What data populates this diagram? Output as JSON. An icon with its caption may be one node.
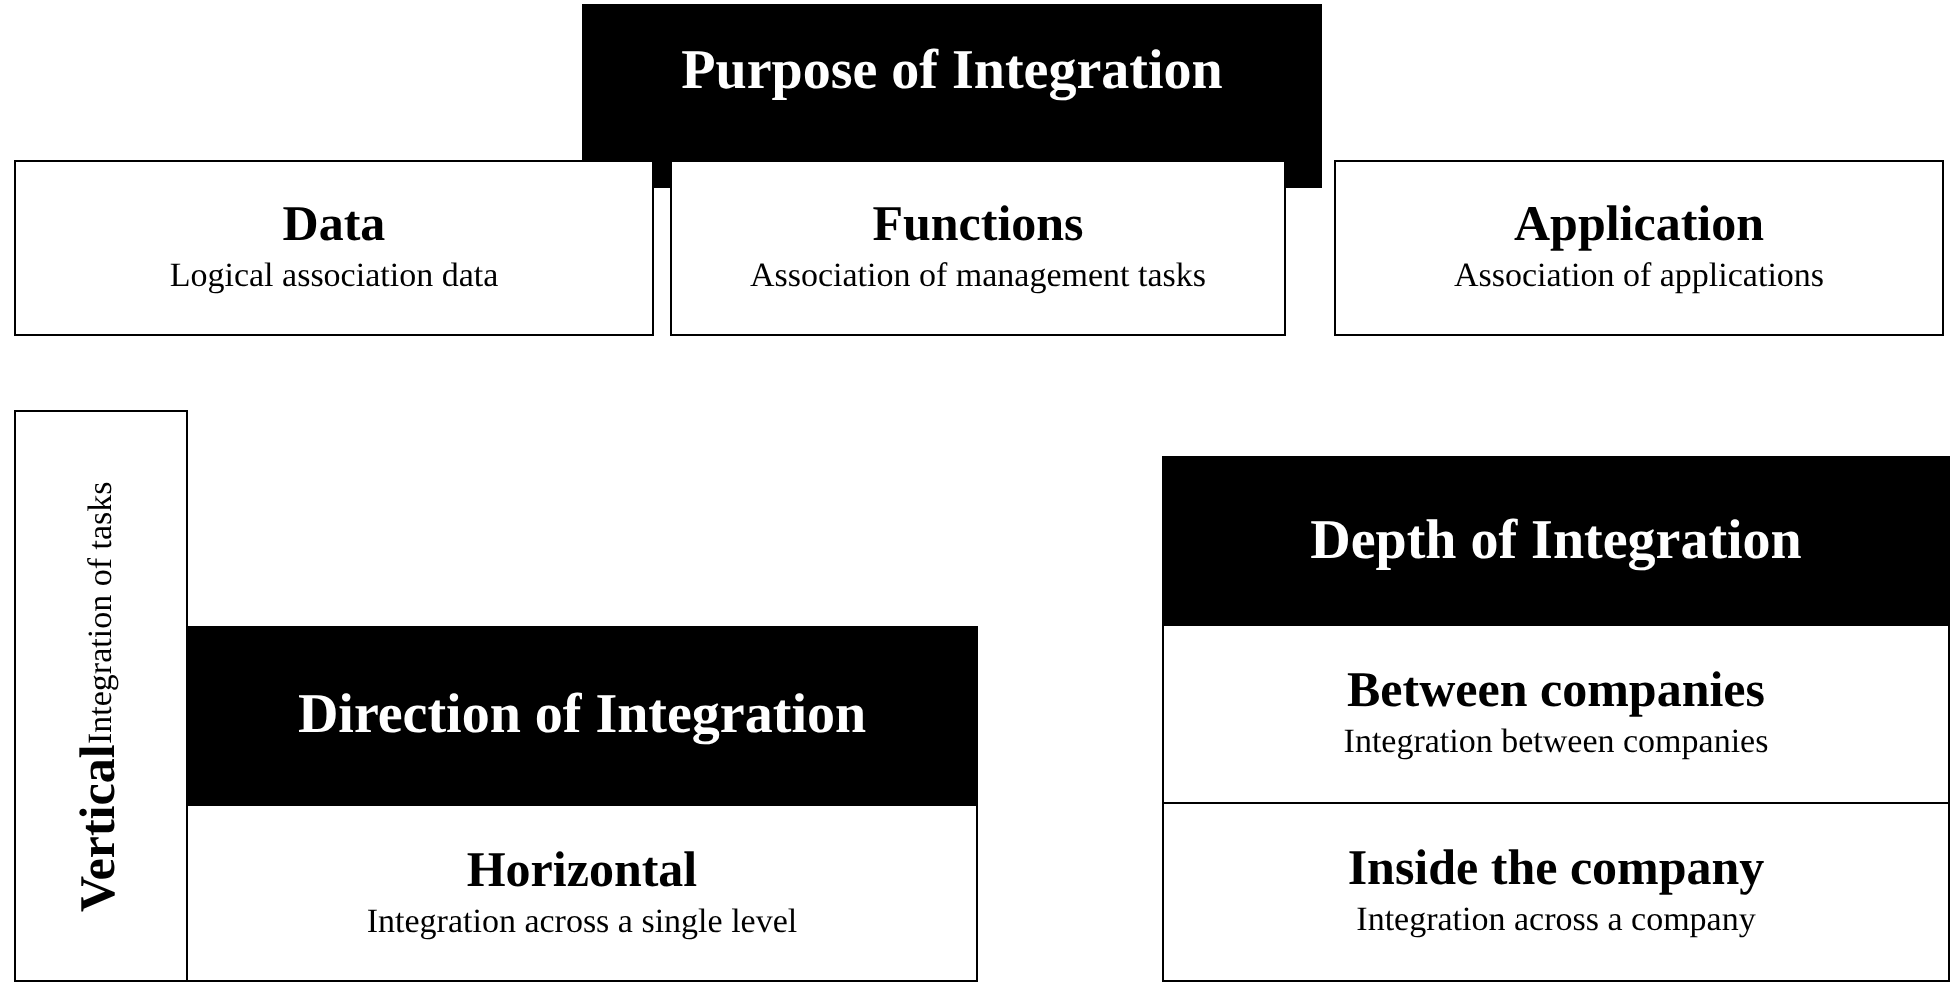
{
  "diagram": {
    "nodes": [
      {
        "text": [
          "Purpose of Integration"
        ]
      },
      {
        "text": [
          "Data",
          "Logical association data"
        ]
      },
      {
        "text": [
          "Functions",
          "Association of management tasks"
        ]
      },
      {
        "text": [
          "Application",
          "Association of applications"
        ]
      },
      {
        "text": [
          "Vertical",
          "Integration of tasks"
        ]
      },
      {
        "text": [
          "Direction of Integration"
        ]
      },
      {
        "text": [
          "Horizontal",
          "Integration across a single level"
        ]
      },
      {
        "text": [
          "Depth of Integration"
        ]
      },
      {
        "text": [
          "Between companies",
          "Integration between companies"
        ]
      },
      {
        "text": [
          "Inside the company",
          "Integration across a company"
        ]
      }
    ]
  }
}
